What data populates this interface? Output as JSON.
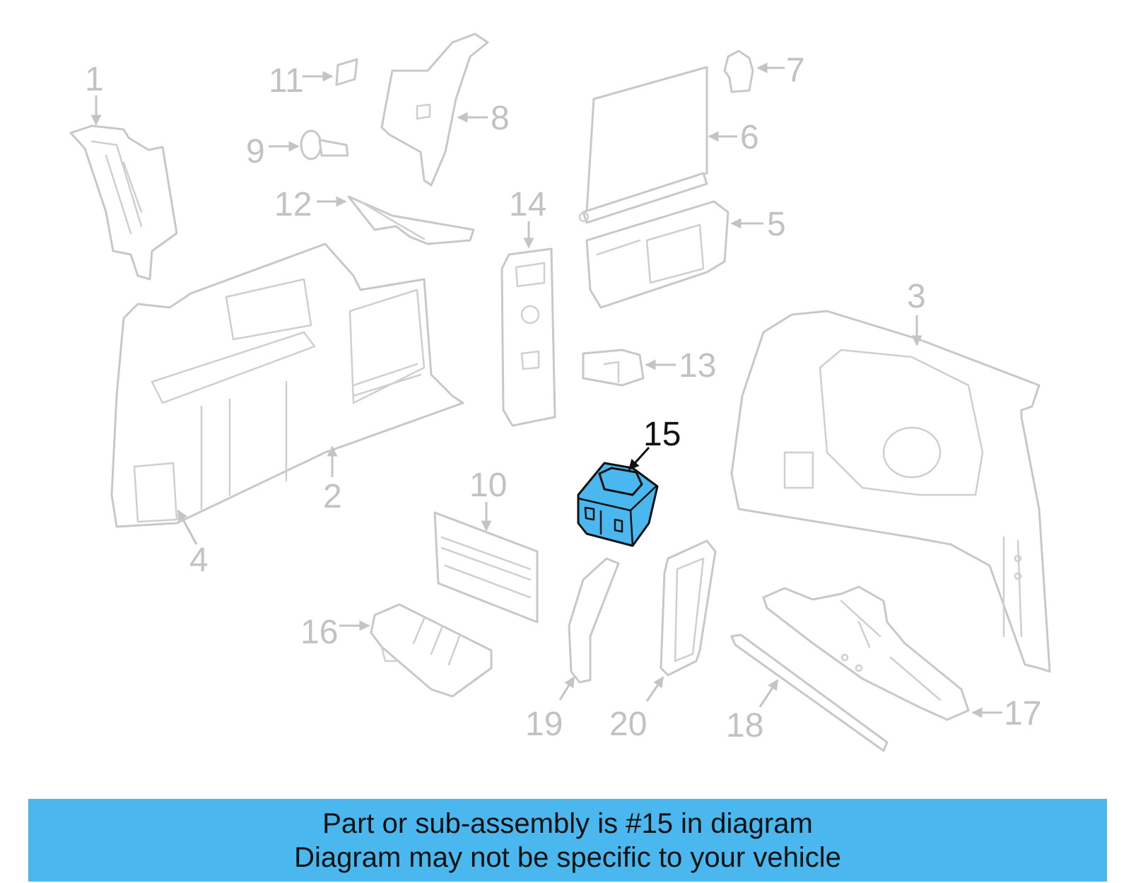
{
  "diagram": {
    "highlight_color": "#4ab8ee",
    "part_line_color": "#c8c8c8",
    "callout_color": "#c2c2c2",
    "highlighted_callout": "15",
    "callouts": [
      "1",
      "2",
      "3",
      "4",
      "5",
      "6",
      "7",
      "8",
      "9",
      "10",
      "11",
      "12",
      "13",
      "14",
      "15",
      "16",
      "17",
      "18",
      "19",
      "20"
    ]
  },
  "footer": {
    "background": "#4ab8ee",
    "line1": "Part or sub-assembly is #15 in diagram",
    "line2": "Diagram may not be specific to your vehicle"
  }
}
